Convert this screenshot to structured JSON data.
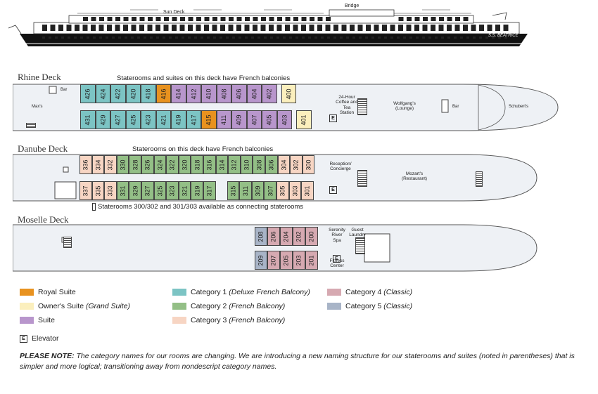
{
  "ship": {
    "sun_deck": "Sun Deck",
    "bridge": "Bridge",
    "name": "S.S. BEATRICE"
  },
  "colors": {
    "royal": "#e8921f",
    "owner": "#fbefbd",
    "suite": "#b896cc",
    "cat1": "#7cc4c4",
    "cat2": "#93bf86",
    "cat3": "#f7d5c3",
    "cat4": "#d6a9b1",
    "cat5": "#a8b4c7"
  },
  "rhine": {
    "title": "Rhine Deck",
    "note": "Staterooms and suites on this deck have French balconies",
    "bar": "Bar",
    "maxs": "Max's",
    "coffee": "24-Hour Coffee and Tea Station",
    "lounge": "Wolfgang's (Lounge)",
    "bar2": "Bar",
    "schuberts": "Schubert's",
    "elevator": "E",
    "top": [
      {
        "n": "426",
        "c": "cat1"
      },
      {
        "n": "424",
        "c": "cat1"
      },
      {
        "n": "422",
        "c": "cat1"
      },
      {
        "n": "420",
        "c": "cat1"
      },
      {
        "n": "418",
        "c": "cat1"
      },
      {
        "n": "416",
        "c": "royal"
      },
      {
        "n": "414",
        "c": "suite"
      },
      {
        "n": "412",
        "c": "suite"
      },
      {
        "n": "410",
        "c": "suite"
      },
      {
        "n": "408",
        "c": "suite"
      },
      {
        "n": "406",
        "c": "suite"
      },
      {
        "n": "404",
        "c": "suite"
      },
      {
        "n": "402",
        "c": "suite"
      },
      {
        "n": "400",
        "c": "owner"
      }
    ],
    "bottom": [
      {
        "n": "431",
        "c": "cat1"
      },
      {
        "n": "429",
        "c": "cat1"
      },
      {
        "n": "427",
        "c": "cat1"
      },
      {
        "n": "425",
        "c": "cat1"
      },
      {
        "n": "423",
        "c": "cat1"
      },
      {
        "n": "421",
        "c": "cat1"
      },
      {
        "n": "419",
        "c": "cat1"
      },
      {
        "n": "417",
        "c": "cat1"
      },
      {
        "n": "415",
        "c": "royal"
      },
      {
        "n": "411",
        "c": "suite"
      },
      {
        "n": "409",
        "c": "suite"
      },
      {
        "n": "407",
        "c": "suite"
      },
      {
        "n": "405",
        "c": "suite"
      },
      {
        "n": "403",
        "c": "suite"
      },
      {
        "n": "401",
        "c": "owner"
      }
    ]
  },
  "danube": {
    "title": "Danube Deck",
    "note": "Staterooms on this deck have French balconies",
    "reception": "Reception/ Concierge",
    "restaurant": "Mozart's (Restaurant)",
    "elevator": "E",
    "connecting": "Staterooms 300/302 and 301/303 available as connecting staterooms",
    "top": [
      {
        "n": "336",
        "c": "cat3"
      },
      {
        "n": "334",
        "c": "cat3"
      },
      {
        "n": "332",
        "c": "cat3"
      },
      {
        "n": "330",
        "c": "cat2"
      },
      {
        "n": "328",
        "c": "cat2"
      },
      {
        "n": "326",
        "c": "cat2"
      },
      {
        "n": "324",
        "c": "cat2"
      },
      {
        "n": "322",
        "c": "cat2"
      },
      {
        "n": "320",
        "c": "cat2"
      },
      {
        "n": "318",
        "c": "cat2"
      },
      {
        "n": "316",
        "c": "cat2"
      },
      {
        "n": "314",
        "c": "cat2"
      },
      {
        "n": "312",
        "c": "cat2"
      },
      {
        "n": "310",
        "c": "cat2"
      },
      {
        "n": "308",
        "c": "cat2"
      },
      {
        "n": "306",
        "c": "cat2"
      },
      {
        "n": "304",
        "c": "cat3"
      },
      {
        "n": "302",
        "c": "cat3"
      },
      {
        "n": "300",
        "c": "cat3"
      }
    ],
    "bottom": [
      {
        "n": "337",
        "c": "cat3"
      },
      {
        "n": "335",
        "c": "cat3"
      },
      {
        "n": "333",
        "c": "cat3"
      },
      {
        "n": "331",
        "c": "cat2"
      },
      {
        "n": "329",
        "c": "cat2"
      },
      {
        "n": "327",
        "c": "cat2"
      },
      {
        "n": "325",
        "c": "cat2"
      },
      {
        "n": "323",
        "c": "cat2"
      },
      {
        "n": "321",
        "c": "cat2"
      },
      {
        "n": "319",
        "c": "cat2"
      },
      {
        "n": "317",
        "c": "cat2"
      },
      {
        "n": "315",
        "c": "cat2"
      },
      {
        "n": "311",
        "c": "cat2"
      },
      {
        "n": "309",
        "c": "cat2"
      },
      {
        "n": "307",
        "c": "cat2"
      },
      {
        "n": "305",
        "c": "cat3"
      },
      {
        "n": "303",
        "c": "cat3"
      },
      {
        "n": "301",
        "c": "cat3"
      }
    ]
  },
  "moselle": {
    "title": "Moselle Deck",
    "spa": "Serenity River Spa",
    "laundry": "Guest Laundry",
    "fitness": "Fitness Center",
    "elevator": "E",
    "top": [
      {
        "n": "208",
        "c": "cat5"
      },
      {
        "n": "206",
        "c": "cat4"
      },
      {
        "n": "204",
        "c": "cat4"
      },
      {
        "n": "202",
        "c": "cat4"
      },
      {
        "n": "200",
        "c": "cat4"
      }
    ],
    "bottom": [
      {
        "n": "209",
        "c": "cat5"
      },
      {
        "n": "207",
        "c": "cat4"
      },
      {
        "n": "205",
        "c": "cat4"
      },
      {
        "n": "203",
        "c": "cat4"
      },
      {
        "n": "201",
        "c": "cat4"
      }
    ]
  },
  "legend": {
    "royal": "Royal Suite",
    "owner_main": "Owner's Suite",
    "owner_italic": "(Grand Suite)",
    "suite": "Suite",
    "cat1_main": "Category 1",
    "cat1_italic": "(Deluxe French Balcony)",
    "cat2_main": "Category 2",
    "cat2_italic": "(French Balcony)",
    "cat3_main": "Category 3",
    "cat3_italic": "(French Balcony)",
    "cat4_main": "Category 4",
    "cat4_italic": "(Classic)",
    "cat5_main": "Category 5",
    "cat5_italic": "(Classic)",
    "elevator_symbol": "E",
    "elevator": "Elevator"
  },
  "note": {
    "label": "PLEASE NOTE:",
    "text": "The category names for our rooms are changing. We are introducing a new naming structure for our staterooms and suites (noted in parentheses) that is simpler and more logical; transitioning away from nondescript category names."
  }
}
